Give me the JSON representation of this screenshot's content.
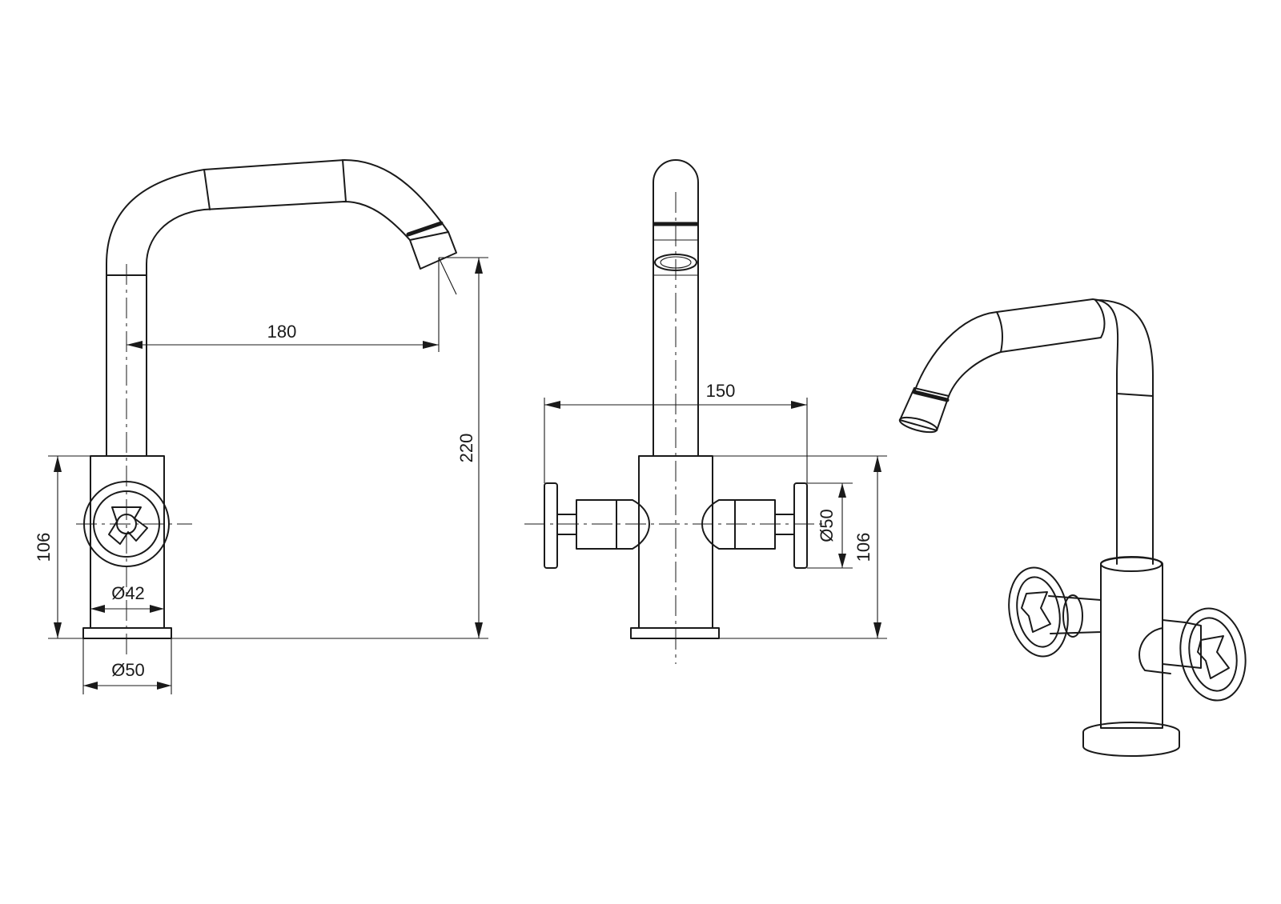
{
  "dimensions": {
    "reach": "180",
    "total_height": "220",
    "body_height_side": "106",
    "handle_diameter": "Ø42",
    "base_diameter": "Ø50",
    "handle_span": "150",
    "handle_wheel_diameter": "Ø50",
    "body_height_front": "106"
  }
}
